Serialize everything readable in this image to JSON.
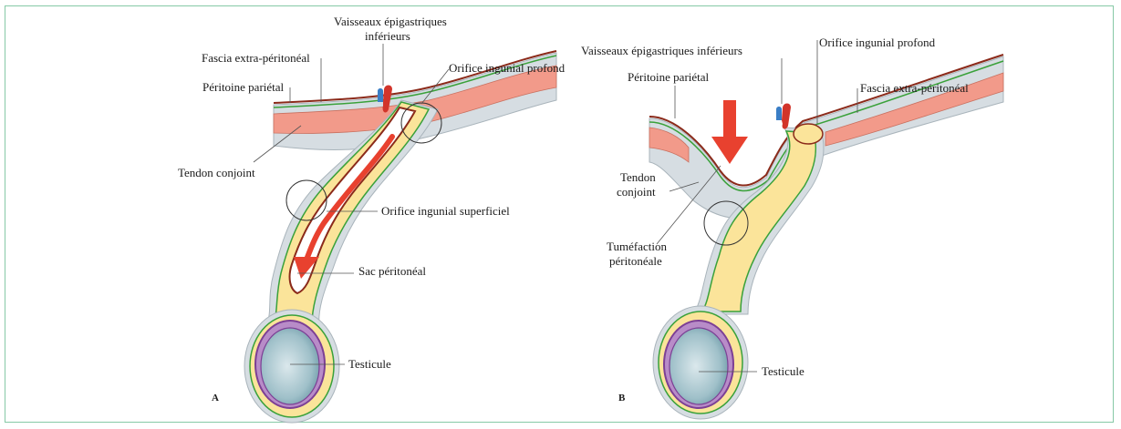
{
  "colors": {
    "frame": "#86c9a6",
    "muscle": "#f29a8a",
    "fascia": "#d6dde2",
    "peritoneum": "#8b2a1a",
    "transversalis": "#3aa13a",
    "extraperitoneal": "#fbe49a",
    "arrow": "#e8412f",
    "testis": "#7c3f95",
    "artery": "#d2342a",
    "vein": "#3a7ec6"
  },
  "panel_a": {
    "letter": "A",
    "labels": {
      "vessels_line1": "Vaisseaux épigastriques",
      "vessels_line2": "inférieurs",
      "fascia_extra": "Fascia extra-péritonéal",
      "peritoine": "Péritoine pariétal",
      "orifice_profond": "Orifice ingunial profond",
      "tendon": "Tendon conjoint",
      "orifice_superficiel": "Orifice ingunial superficiel",
      "sac": "Sac péritonéal",
      "testicule": "Testicule"
    }
  },
  "panel_b": {
    "letter": "B",
    "labels": {
      "vessels": "Vaisseaux épigastriques inférieurs",
      "orifice_profond": "Orifice ingunial profond",
      "peritoine": "Péritoine pariétal",
      "fascia_extra": "Fascia extra-péritonéal",
      "tendon_line1": "Tendon",
      "tendon_line2": "conjoint",
      "tumefaction_line1": "Tuméfaction",
      "tumefaction_line2": "péritonéale",
      "testicule": "Testicule"
    }
  }
}
